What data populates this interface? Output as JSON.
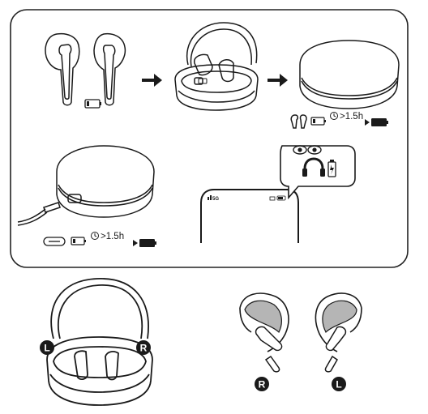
{
  "charge_steps": {
    "earbuds_time": ">1.5h",
    "case_time": ">1.5h"
  },
  "phone": {
    "signal_text": "5G"
  },
  "side_labels": {
    "case_left": "L",
    "case_right": "R",
    "bud_right": "R",
    "bud_left": "L"
  },
  "colors": {
    "line": "#1a1a1a",
    "panel_border": "#222222",
    "badge": "#1a1a1a",
    "ear_gray": "#b5b5b5"
  }
}
